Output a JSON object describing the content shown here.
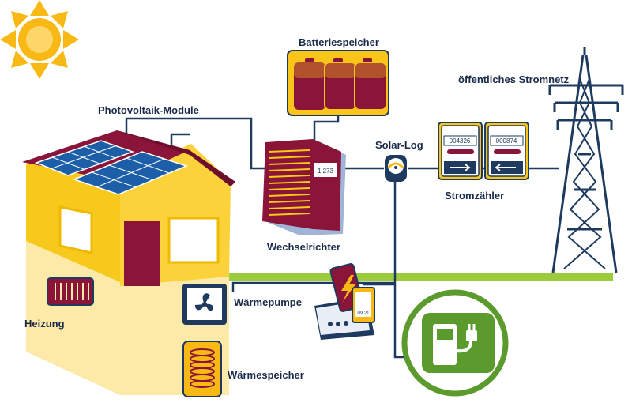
{
  "labels": {
    "battery": "Batteriespeicher",
    "pv": "Photovoltaik-Module",
    "grid": "öffentliches Stromnetz",
    "solarlog": "Solar-Log",
    "meter": "Stromzähler",
    "inverter": "Wechselrichter",
    "heatpump": "Wärmepumpe",
    "heating": "Heizung",
    "heatstore": "Wärmespeicher"
  },
  "inverter_display": "1.273",
  "meters": {
    "left_reading": "004326",
    "right_reading": "000874"
  },
  "phone_time": "09:21",
  "colors": {
    "line": "#1e3a5f",
    "wall_yellow": "#f6c91c",
    "wall_cream": "#fde9a8",
    "roof": "#8a1538",
    "sun": "#f9b915",
    "solar_panel": "#1c5fa8",
    "lawn": "#9ccc3d",
    "ev_green": "#5b9a2c",
    "pylon": "#1e3a5f"
  }
}
